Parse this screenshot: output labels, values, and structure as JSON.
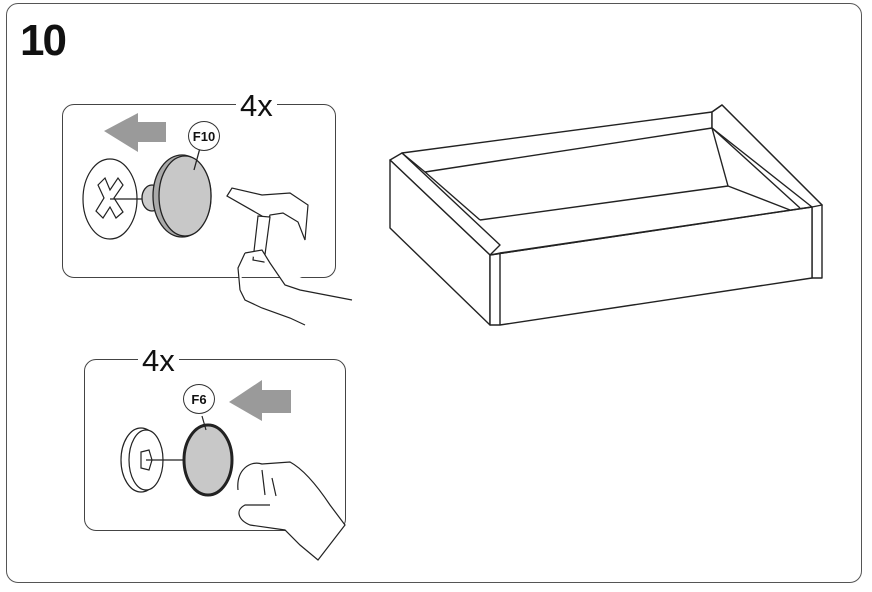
{
  "step_number": "10",
  "panel_top": {
    "quantity": "4x",
    "part_label": "F10",
    "arrow_direction": "left",
    "tool": "hammer-icon"
  },
  "panel_bottom": {
    "quantity": "4x",
    "part_label": "F6",
    "arrow_direction": "left"
  },
  "colors": {
    "part_fill": "#c8c8c8",
    "arrow_fill": "#9a9a9a",
    "line": "#222222"
  }
}
